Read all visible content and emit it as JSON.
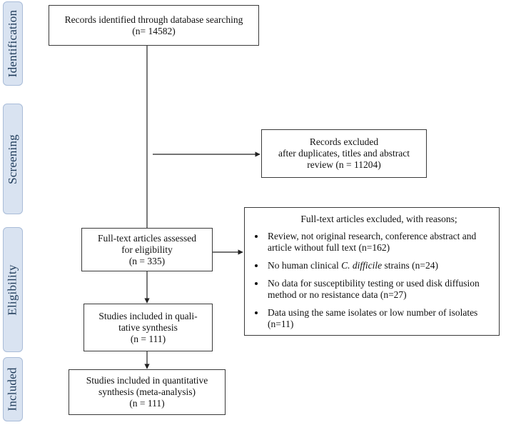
{
  "phases": [
    {
      "label": "Identification"
    },
    {
      "label": "Screening"
    },
    {
      "label": "Eligibility"
    },
    {
      "label": "Included"
    }
  ],
  "boxes": {
    "identified": [
      "Records identified through database searching",
      "(n= 14582)"
    ],
    "excluded_records": [
      "Records excluded",
      "after duplicates, titles and abstract",
      "review (n = 11204)"
    ],
    "fulltext_assessed": [
      "Full-text articles assessed",
      "for eligibility",
      "(n = 335)"
    ],
    "qualitative": [
      "Studies included in quali-",
      "tative synthesis",
      "(n = 111)"
    ],
    "quantitative": [
      "Studies included in quantitative",
      "synthesis (meta-analysis)",
      "(n = 111)"
    ]
  },
  "fulltext_excluded": {
    "title": "Full-text articles excluded, with reasons;",
    "reasons": [
      {
        "lines": [
          "Review, not original research, conference abstract and",
          "article without full text (n=162)"
        ]
      },
      {
        "parts": [
          "No human clinical ",
          "C. difficile",
          " strains (n=24)"
        ]
      },
      {
        "lines": [
          "No data for susceptibility testing or used disk diffusion",
          "method or no resistance data (n=27)"
        ]
      },
      {
        "lines": [
          "Data using the same isolates or low number of isolates",
          "(n=11)"
        ]
      }
    ]
  }
}
